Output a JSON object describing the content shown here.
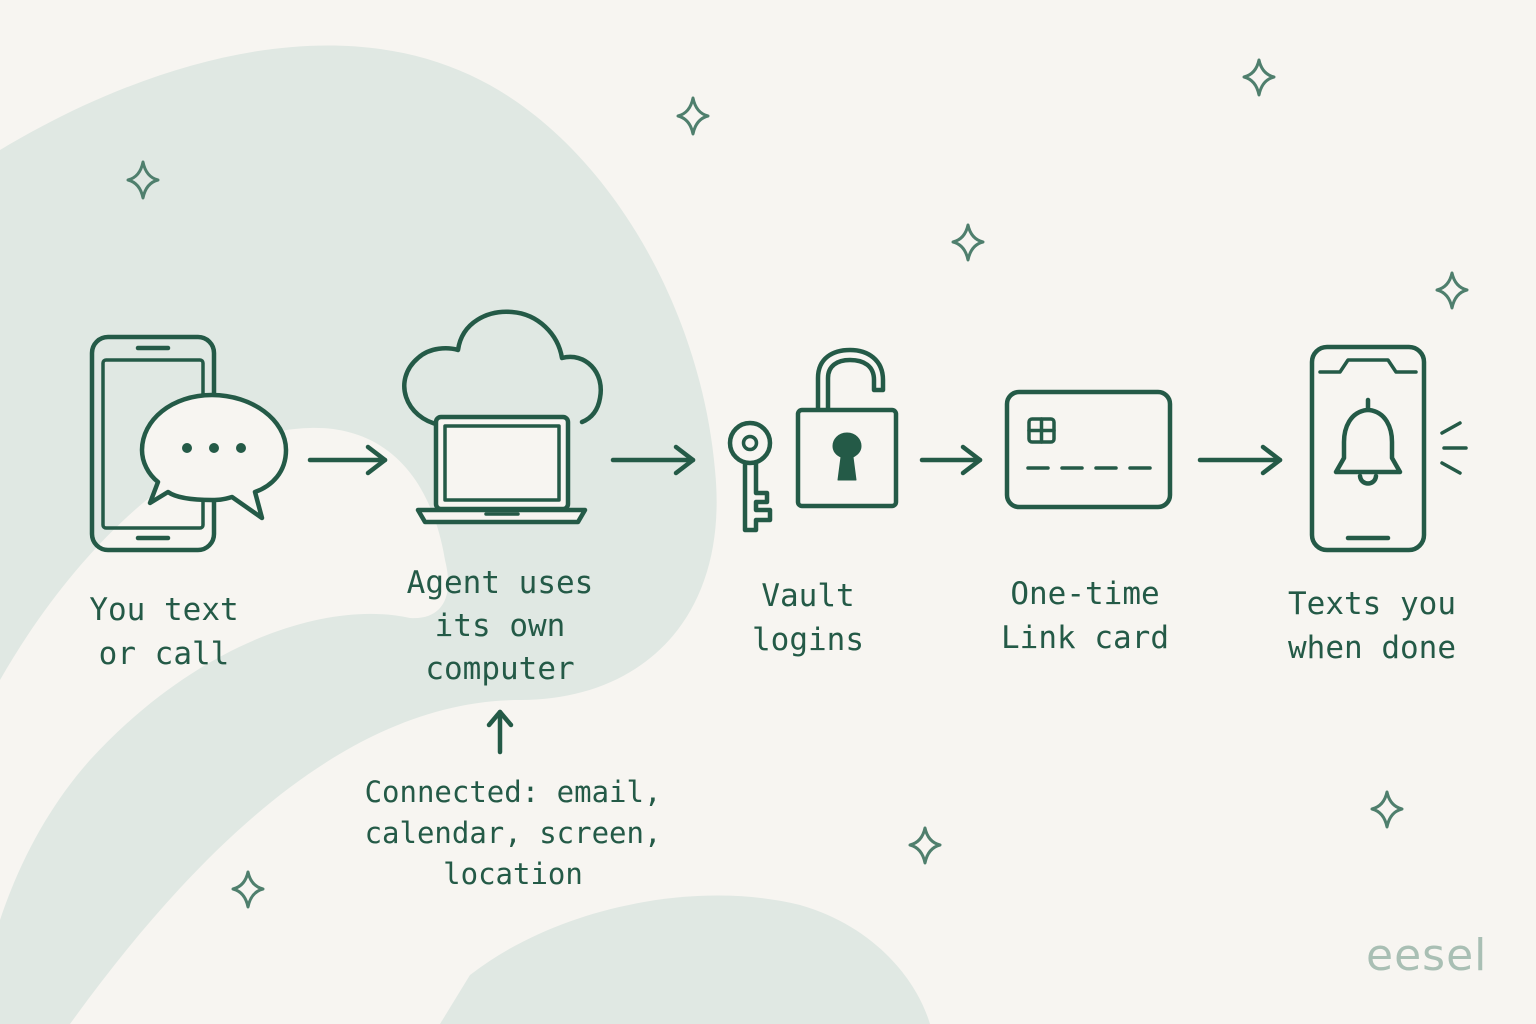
{
  "colors": {
    "background": "#f7f5f1",
    "blob": "#e0e8e3",
    "stroke": "#245a47",
    "sparkle": "#4f7f6d",
    "brand": "#a9bfb4"
  },
  "steps": [
    {
      "id": "text-call",
      "icon": "phone-chat-icon",
      "label_lines": [
        "You text",
        "or call"
      ]
    },
    {
      "id": "agent-computer",
      "icon": "cloud-laptop-icon",
      "label_lines": [
        "Agent uses",
        "its own",
        "computer"
      ]
    },
    {
      "id": "vault",
      "icon": "key-padlock-icon",
      "label_lines": [
        "Vault",
        "logins"
      ]
    },
    {
      "id": "link-card",
      "icon": "credit-card-icon",
      "label_lines": [
        "One-time",
        "Link card"
      ]
    },
    {
      "id": "notify",
      "icon": "phone-bell-icon",
      "label_lines": [
        "Texts you",
        "when done"
      ]
    }
  ],
  "connected": {
    "label_lines": [
      "Connected: email,",
      "calendar, screen,",
      "location"
    ]
  },
  "brand": "eesel"
}
